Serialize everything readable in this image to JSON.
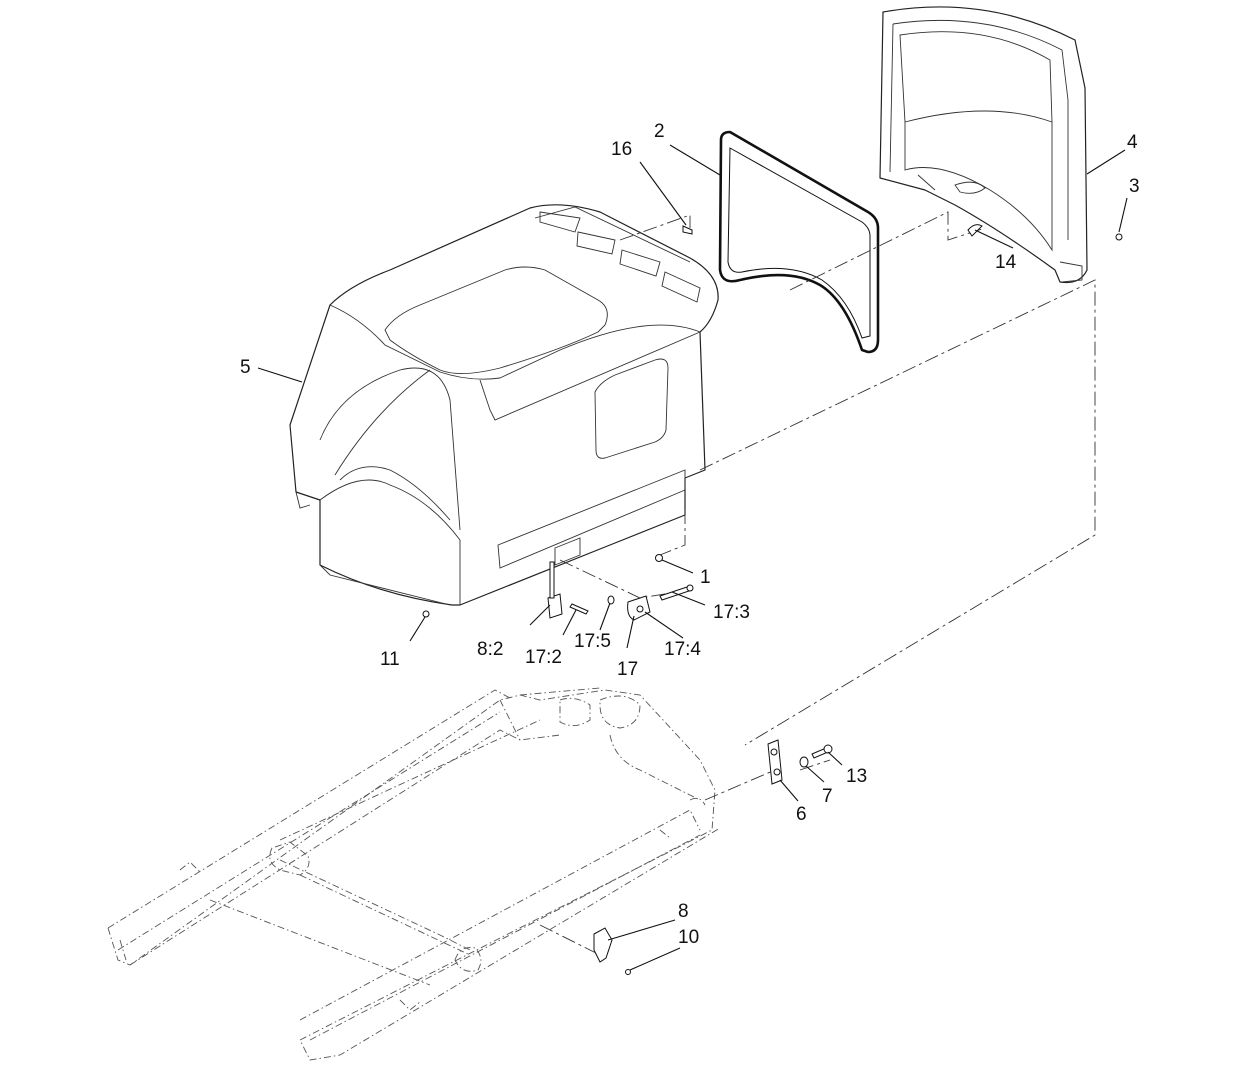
{
  "callouts": [
    {
      "id": "c1",
      "label": "1"
    },
    {
      "id": "c2",
      "label": "2"
    },
    {
      "id": "c3",
      "label": "3"
    },
    {
      "id": "c4",
      "label": "4"
    },
    {
      "id": "c5",
      "label": "5"
    },
    {
      "id": "c6",
      "label": "6"
    },
    {
      "id": "c7",
      "label": "7"
    },
    {
      "id": "c8",
      "label": "8"
    },
    {
      "id": "c8_2",
      "label": "8:2"
    },
    {
      "id": "c10",
      "label": "10"
    },
    {
      "id": "c11",
      "label": "11"
    },
    {
      "id": "c13",
      "label": "13"
    },
    {
      "id": "c14",
      "label": "14"
    },
    {
      "id": "c16",
      "label": "16"
    },
    {
      "id": "c17",
      "label": "17"
    },
    {
      "id": "c17_2",
      "label": "17:2"
    },
    {
      "id": "c17_3",
      "label": "17:3"
    },
    {
      "id": "c17_4",
      "label": "17:4"
    },
    {
      "id": "c17_5",
      "label": "17:5"
    }
  ]
}
